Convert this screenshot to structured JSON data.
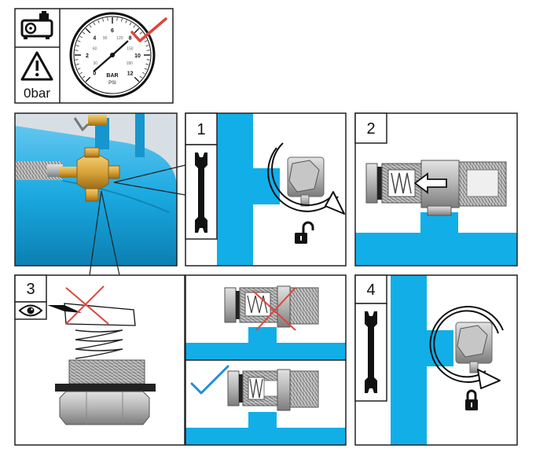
{
  "header": {
    "pressure_label": "0bar",
    "gauge": {
      "unit_bar": "BAR",
      "unit_psi": "PSI",
      "bar_ticks": [
        "0",
        "2",
        "4",
        "6",
        "8",
        "10",
        "12"
      ],
      "psi_ticks": [
        "30",
        "60",
        "90",
        "120",
        "150",
        "180"
      ]
    }
  },
  "steps": [
    {
      "number": "1"
    },
    {
      "number": "2"
    },
    {
      "number": "3"
    },
    {
      "number": "4"
    }
  ],
  "colors": {
    "tank_blue": "#1aa9e0",
    "panel_blue": "#12aee8",
    "wrong_mark": "#e0453c",
    "right_mark": "#1e8fd6",
    "brass": "#d9a43a"
  },
  "icons": [
    "compressor-icon",
    "warning-icon",
    "pressure-gauge-icon",
    "check-icon",
    "wrench-icon",
    "unlock-icon",
    "lock-icon",
    "eye-icon",
    "cross-icon",
    "arrow-icon"
  ]
}
